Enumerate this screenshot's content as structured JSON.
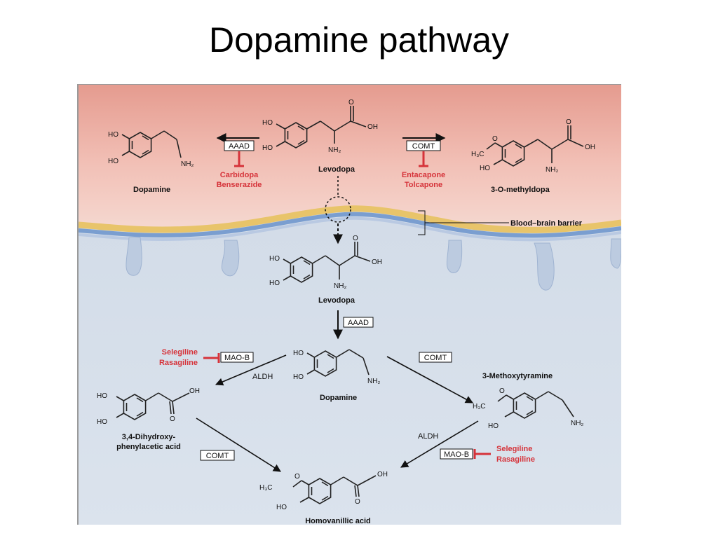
{
  "slide": {
    "title": "Dopamine pathway"
  },
  "molecules": {
    "levodopa_top": "Levodopa",
    "dopamine_top": "Dopamine",
    "omd": "3-O-methyldopa",
    "levodopa_brain": "Levodopa",
    "dopamine_brain": "Dopamine",
    "mt": "3-Methoxytyramine",
    "dopac_line1": "3,4-Dihydroxy-",
    "dopac_line2": "phenylacetic acid",
    "hva": "Homovanillic acid"
  },
  "enzymes": {
    "aaad_top": "AAAD",
    "comt_top": "COMT",
    "aaad_brain": "AAAD",
    "maob_left": "MAO-B",
    "comt_right": "COMT",
    "aldh_left": "ALDH",
    "aldh_right": "ALDH",
    "comt_bottom": "COMT",
    "maob_right": "MAO-B"
  },
  "inhibitors": {
    "carbidopa": "Carbidopa",
    "benserazide": "Benserazide",
    "entacapone": "Entacapone",
    "tolcapone": "Tolcapone",
    "selegiline_left": "Selegiline",
    "rasagiline_left": "Rasagiline",
    "selegiline_right": "Selegiline",
    "rasagiline_right": "Rasagiline"
  },
  "annotations": {
    "bbb": "Blood–brain barrier"
  },
  "atoms": {
    "ho": "HO",
    "oh": "OH",
    "o": "O",
    "nh2": "NH₂",
    "h3c": "H₃C"
  },
  "colors": {
    "blood": "#e9a79b",
    "brain": "#d3dce8",
    "inhibitor": "#d6333a"
  }
}
